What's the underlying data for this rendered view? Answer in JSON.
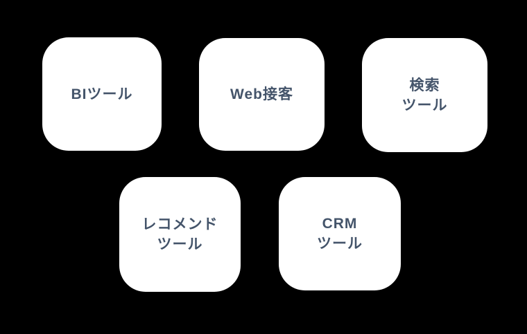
{
  "canvas": {
    "background_color": "#000000",
    "card_background_color": "#ffffff",
    "card_text_color": "#44546A"
  },
  "cards": [
    {
      "id": "bi-tool",
      "label": "BIツール",
      "lines": [
        "BIツール"
      ]
    },
    {
      "id": "web-sekkyaku",
      "label": "Web接客",
      "lines": [
        "Web接客"
      ]
    },
    {
      "id": "search-tool",
      "label": "検索ツール",
      "lines": [
        "検索",
        "ツール"
      ]
    },
    {
      "id": "recommend-tool",
      "label": "レコメンドツール",
      "lines": [
        "レコメンド",
        "ツール"
      ]
    },
    {
      "id": "crm-tool",
      "label": "CRMツール",
      "lines": [
        "CRM",
        "ツール"
      ]
    }
  ]
}
